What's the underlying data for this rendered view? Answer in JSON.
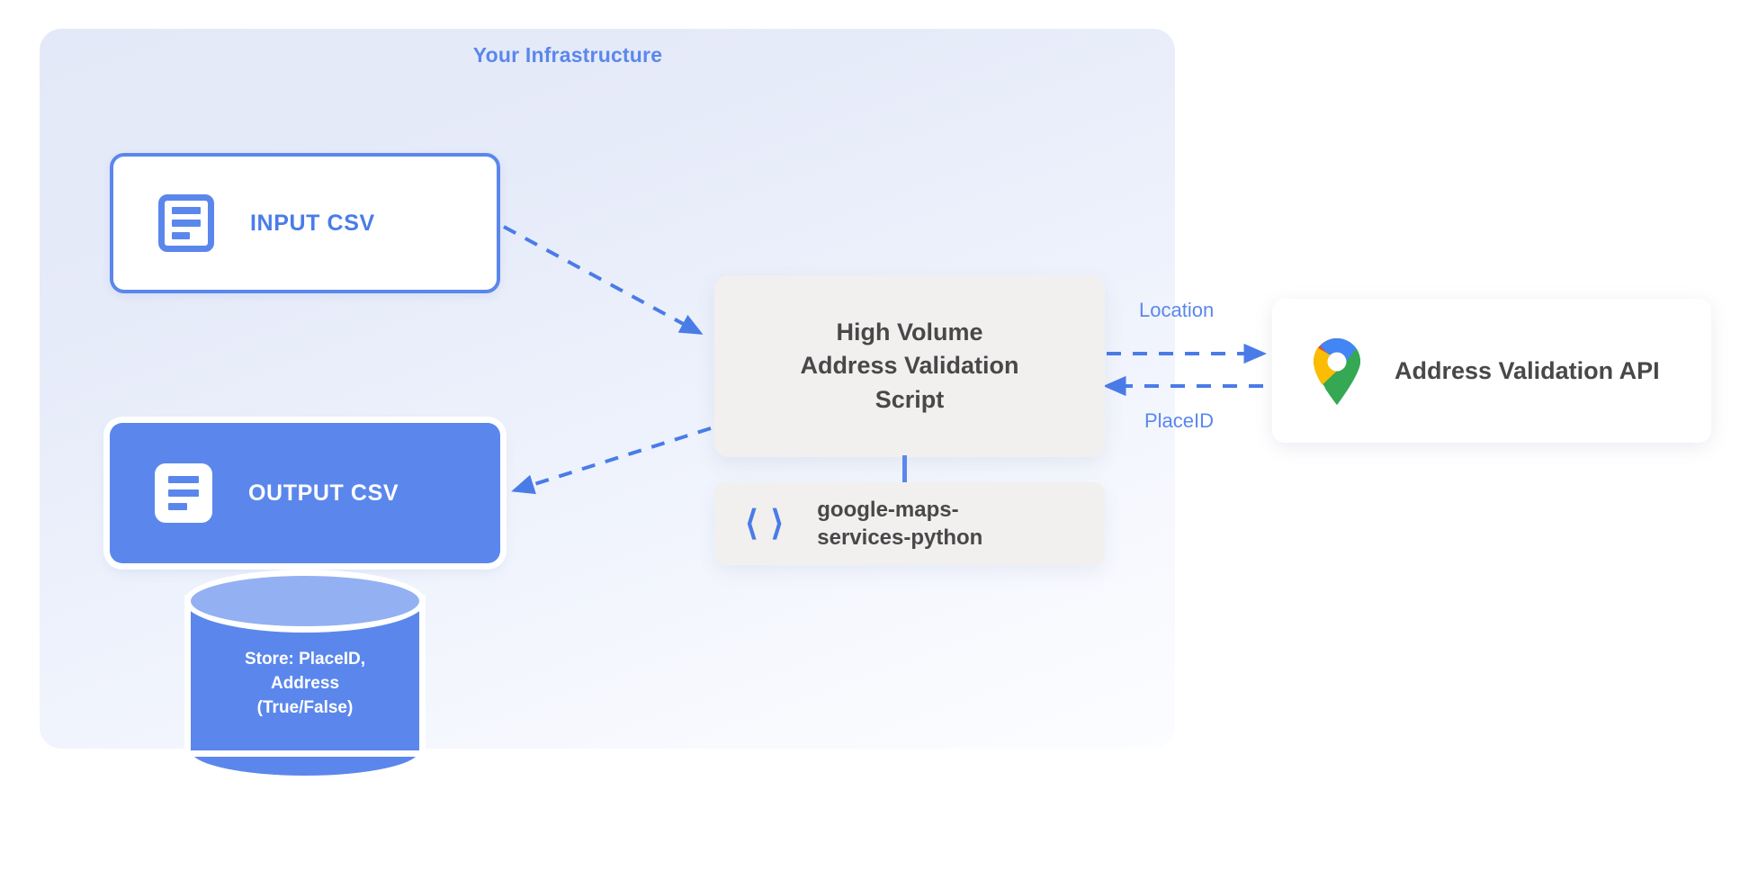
{
  "infrastructure": {
    "title": "Your Infrastructure"
  },
  "nodes": {
    "input_csv": {
      "label": "INPUT CSV",
      "icon": "document-icon"
    },
    "output_csv": {
      "label": "OUTPUT CSV",
      "icon": "document-icon"
    },
    "database": {
      "line1": "Store: PlaceID,",
      "line2": "Address",
      "line3": "(True/False)"
    },
    "script": {
      "line1": "High Volume",
      "line2": "Address Validation",
      "line3": "Script"
    },
    "library": {
      "line1": "google-maps-",
      "line2": "services-python",
      "icon": "code-brackets-icon"
    },
    "api": {
      "label": "Address Validation API",
      "icon": "google-maps-pin-icon"
    }
  },
  "edges": {
    "location_label": "Location",
    "placeid_label": "PlaceID"
  },
  "colors": {
    "accent_blue": "#5b87ec",
    "arrow_blue": "#4a7ce8",
    "panel_bg": "#e4e9f7",
    "box_gray": "#f1f0ee",
    "text_dark": "#48484a",
    "db_top": "#93b1f2",
    "gmaps_blue": "#4285f4",
    "gmaps_red": "#ea4335",
    "gmaps_yellow": "#fbbc04",
    "gmaps_green": "#34a853"
  }
}
